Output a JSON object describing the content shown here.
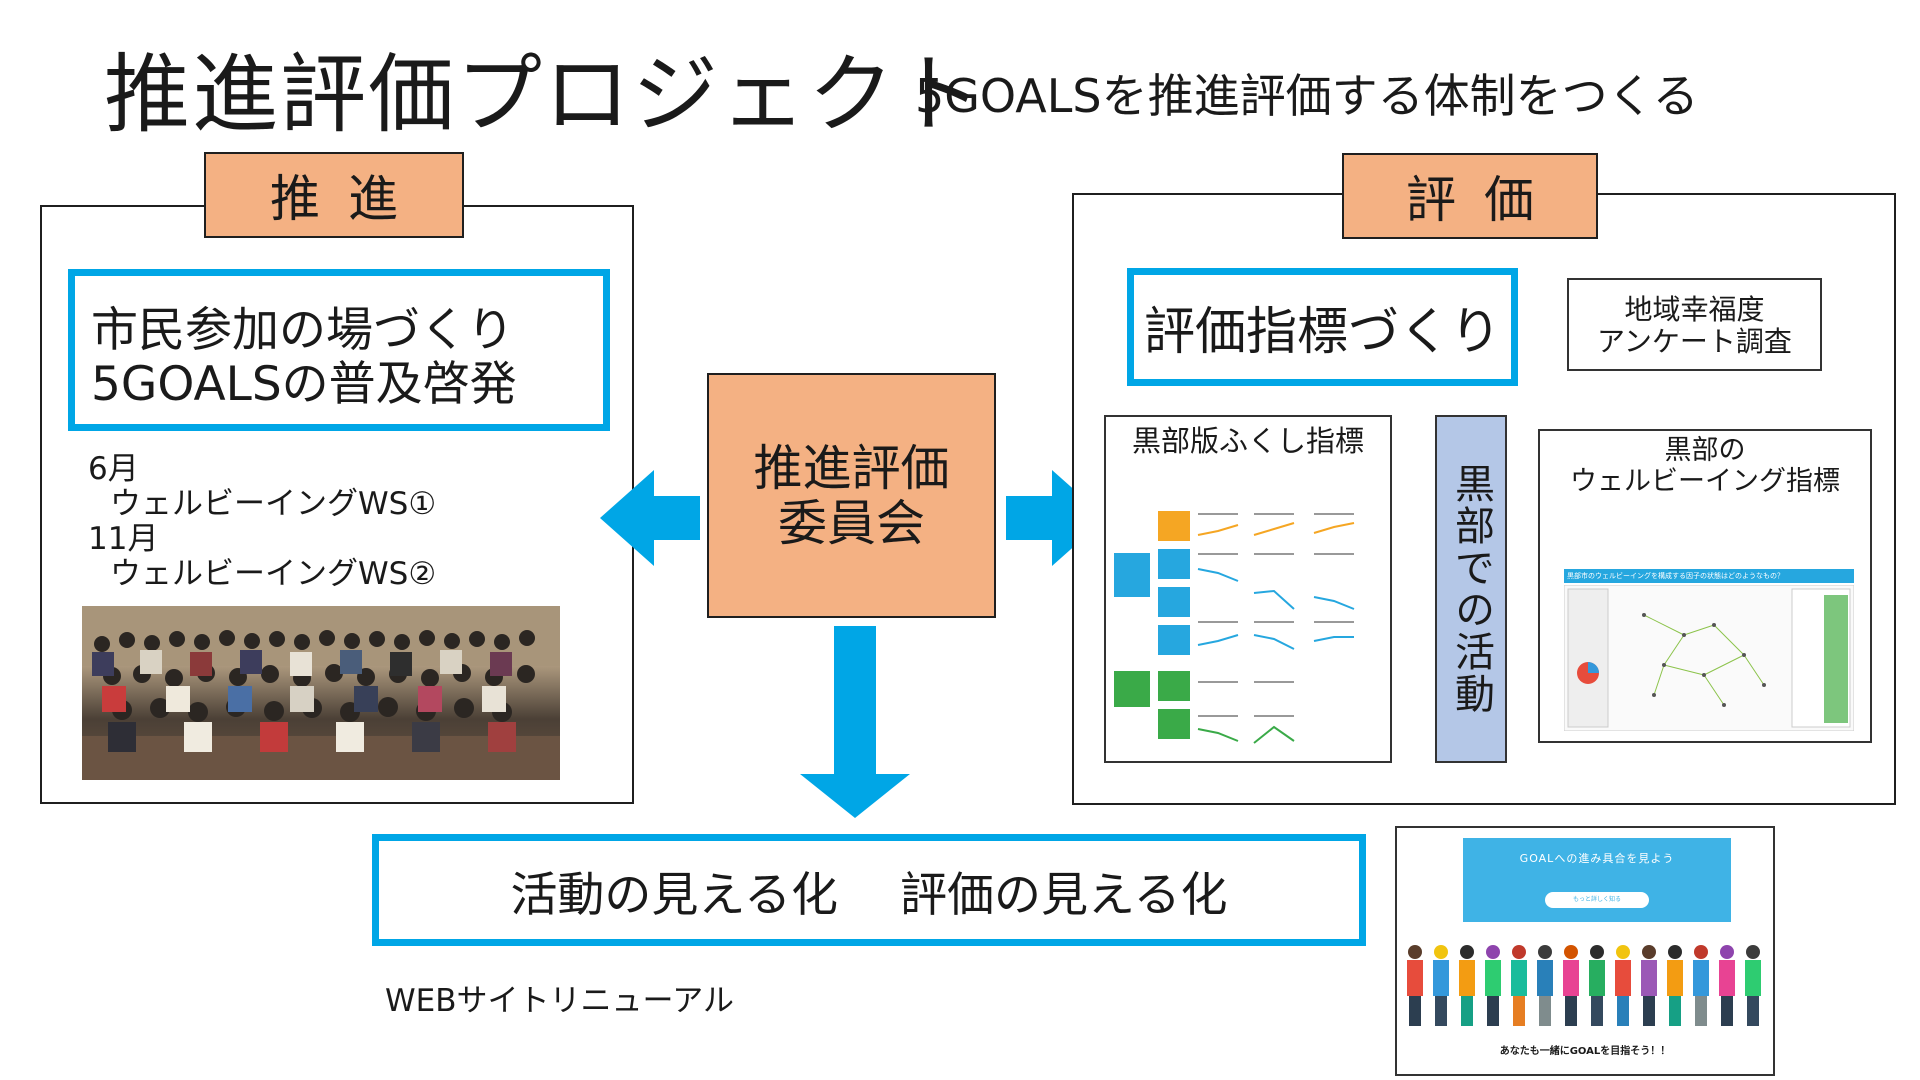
{
  "title": "推進評価プロジェクト",
  "subtitle": "5GOALSを推進評価する体制をつくる",
  "left_panel": {
    "tag": "推進",
    "heading_line1": "市民参加の場づくり",
    "heading_line2": "5GOALSの普及啓発",
    "events": [
      {
        "month": "6月",
        "name": "ウェルビーイングWS①"
      },
      {
        "month": "11月",
        "name": "ウェルビーイングWS②"
      }
    ]
  },
  "center_box": {
    "line1": "推進評価",
    "line2": "委員会"
  },
  "right_panel": {
    "tag": "評価",
    "heading": "評価指標づくり",
    "survey_line1": "地域幸福度",
    "survey_line2": "アンケート調査",
    "fukushi_title": "黒部版ふくし指標",
    "activity": "黒部での活動",
    "wellbeing_line1": "黒部の",
    "wellbeing_line2": "ウェルビーイング指標",
    "wellbeing_banner": "黒部市のウェルビーイングを構成する因子の状態はどのようなもの？"
  },
  "bottom": {
    "text": "活動の見える化　 評価の見える化",
    "web_label": "WEBサイトリニューアル"
  },
  "web_screenshot": {
    "banner_title": "GOALへの進み具合を見よう",
    "banner_button": "もっと詳しく知る",
    "cta": "あなたも一緒にGOALを目指そう！！"
  },
  "colors": {
    "accent_blue": "#00a6e6",
    "tag_orange": "#f4b183",
    "activity_blue": "#b4c7e7",
    "pale_arrow": "#b4c7e7"
  }
}
